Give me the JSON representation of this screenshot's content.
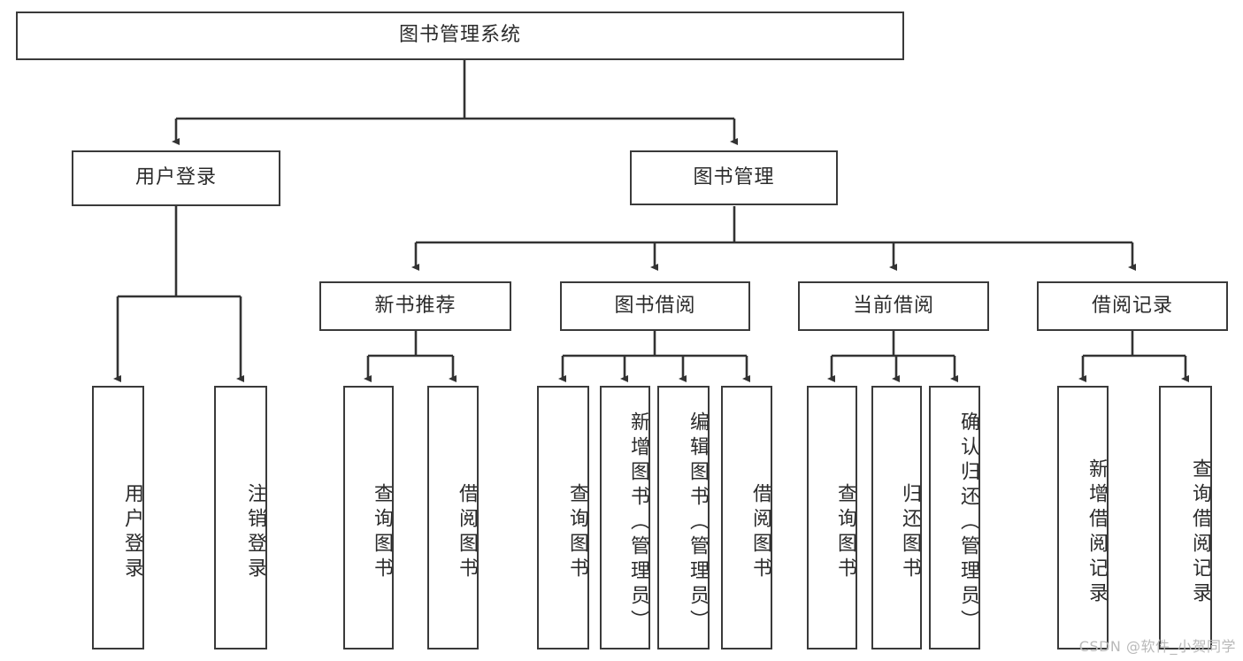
{
  "diagram": {
    "title": "图书管理系统",
    "type": "tree-hierarchy-chart",
    "watermark": "CSDN @软件_小贺同学",
    "colors": {
      "box_border": "#3a3a3a",
      "box_fill": "#ffffff",
      "edge": "#333333",
      "text": "#2b2b2b",
      "watermark": "#b9b9b9",
      "background": "#ffffff"
    },
    "root": {
      "label": "图书管理系统"
    },
    "level2": [
      {
        "label": "用户登录"
      },
      {
        "label": "图书管理"
      }
    ],
    "level3": [
      {
        "label": "新书推荐"
      },
      {
        "label": "图书借阅"
      },
      {
        "label": "当前借阅"
      },
      {
        "label": "借阅记录"
      }
    ],
    "leaves": {
      "user_login": [
        {
          "label": "用户登录"
        },
        {
          "label": "注销登录"
        }
      ],
      "new_book": [
        {
          "label": "查询图书"
        },
        {
          "label": "借阅图书"
        }
      ],
      "book_borrow": [
        {
          "label": "查询图书"
        },
        {
          "label": "新增图书（管理员）"
        },
        {
          "label": "编辑图书（管理员）"
        },
        {
          "label": "借阅图书"
        }
      ],
      "current_borrow": [
        {
          "label": "查询图书"
        },
        {
          "label": "归还图书"
        },
        {
          "label": "确认归还（管理员）"
        }
      ],
      "borrow_record": [
        {
          "label": "新增借阅记录"
        },
        {
          "label": "查询借阅记录"
        }
      ]
    }
  }
}
